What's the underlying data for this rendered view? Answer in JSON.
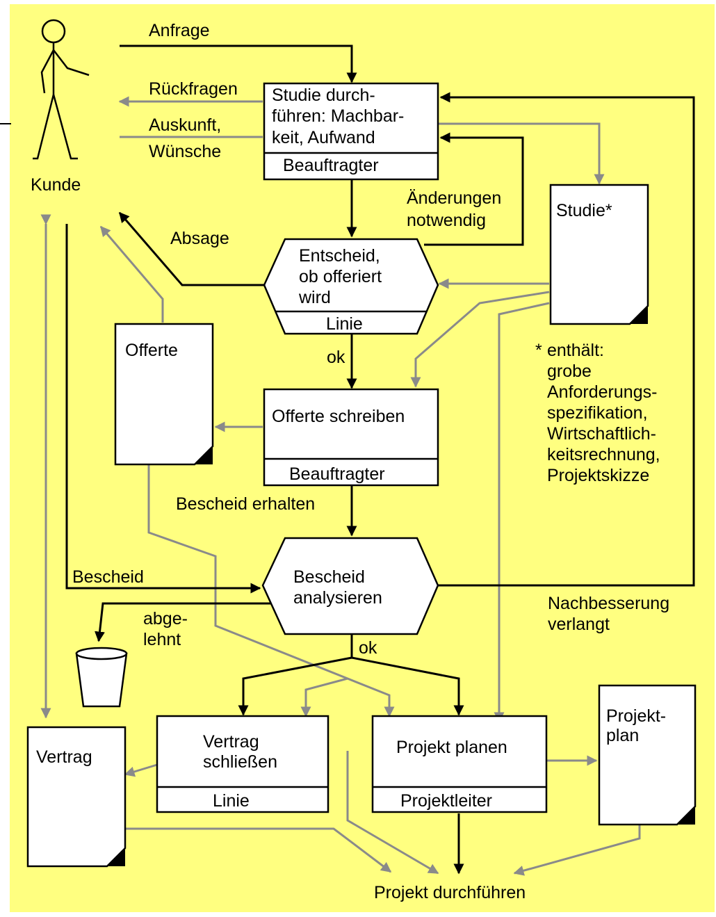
{
  "colors": {
    "background": "#ffff80",
    "flow_black": "#000000",
    "flow_gray": "#8a8a8a",
    "node_fill": "#ffffff"
  },
  "actor": {
    "label": "Kunde",
    "icon": "stick-figure-icon"
  },
  "flow_labels": {
    "anfrage": "Anfrage",
    "rueckfragen": "Rückfragen",
    "auskunft_1": "Auskunft,",
    "auskunft_2": "Wünsche",
    "aenderungen_1": "Änderungen",
    "aenderungen_2": "notwendig",
    "absage": "Absage",
    "ok_1": "ok",
    "bescheid_erhalten": "Bescheid erhalten",
    "bescheid": "Bescheid",
    "abgelehnt_1": "abge-",
    "abgelehnt_2": "lehnt",
    "nachbesserung_1": "Nachbesserung",
    "nachbesserung_2": "verlangt",
    "ok_2": "ok",
    "projekt_durchfuehren": "Projekt durchführen"
  },
  "activities": {
    "studie": {
      "lines": [
        "Studie durch-",
        "führen: Machbar-",
        "keit, Aufwand"
      ],
      "role": "Beauftragter"
    },
    "entscheid": {
      "lines": [
        "Entscheid,",
        "ob offeriert",
        "wird"
      ],
      "role": "Linie"
    },
    "offerte_schreiben": {
      "lines": [
        "Offerte schreiben"
      ],
      "role": "Beauftragter"
    },
    "bescheid_analysieren": {
      "lines": [
        "Bescheid",
        "analysieren"
      ]
    },
    "vertrag_schliessen": {
      "lines": [
        "Vertrag",
        "schließen"
      ],
      "role": "Linie"
    },
    "projekt_planen": {
      "lines": [
        "Projekt planen"
      ],
      "role": "Projektleiter"
    }
  },
  "documents": {
    "studie": {
      "lines": [
        "Studie*"
      ]
    },
    "offerte": {
      "lines": [
        "Offerte"
      ]
    },
    "vertrag": {
      "lines": [
        "Vertrag"
      ]
    },
    "projektplan": {
      "lines": [
        "Projekt-",
        "plan"
      ]
    }
  },
  "footnote": {
    "marker": "*",
    "lines": [
      "enthält:",
      "grobe",
      "Anforderungs-",
      "spezifikation,",
      "Wirtschaftlich-",
      "keitsrechnung,",
      "Projektskizze"
    ]
  },
  "trash": {
    "icon": "wastebasket-icon"
  }
}
